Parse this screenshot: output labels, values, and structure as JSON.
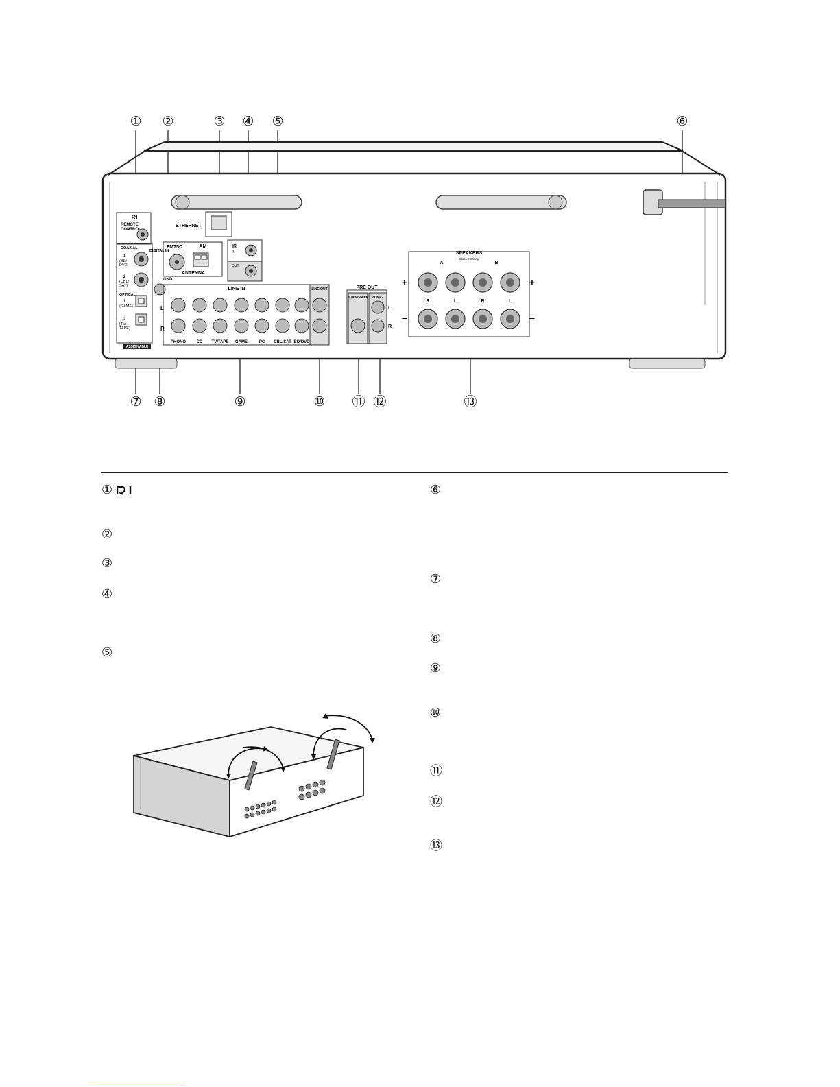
{
  "callouts_top": [
    "①",
    "②",
    "③",
    "④",
    "⑤",
    "⑥"
  ],
  "callouts_bottom": [
    "⑦",
    "⑧",
    "⑨",
    "⑩",
    "⑪",
    "⑫",
    "⑬"
  ],
  "panel": {
    "ri_label": "RI",
    "remote_control": [
      "REMOTE",
      "CONTROL"
    ],
    "ethernet": "ETHERNET",
    "fm_label": "FM75Ω",
    "am_label": "AM",
    "antenna": "ANTENNA",
    "ir": "IR",
    "ir_in": "IN",
    "ir_out": "OUT",
    "coaxial": "COAXIAL",
    "digital_in": "DIGITAL IN",
    "coax1": [
      "1",
      "(BD/",
      "DVD)"
    ],
    "coax2": [
      "2",
      "(CBL/",
      "SAT)"
    ],
    "optical": "OPTICAL",
    "opt1": [
      "1",
      "(GAME)"
    ],
    "opt2": [
      "2",
      "(TV/",
      "TAPE)"
    ],
    "assignable": "ASSIGNABLE",
    "gnd": "GND",
    "line_in": "LINE IN",
    "line_out": "LINE OUT",
    "line_in_labels": [
      "PHONO",
      "CD",
      "TV/TAPE",
      "GAME",
      "PC",
      "CBL/SAT",
      "BD/DVD"
    ],
    "ch_l": "L",
    "ch_r": "R",
    "pre_out": "PRE OUT",
    "subwoofer": "SUBWOOFER",
    "zone2": "ZONE2",
    "speakers": "SPEAKERS",
    "class2": "Class 2 Wiring",
    "spk_a": "A",
    "spk_b": "B",
    "spk_plus": "+",
    "spk_minus": "−"
  },
  "legend_left": [
    "①",
    "②",
    "③",
    "④",
    "⑤"
  ],
  "legend_right": [
    "⑥",
    "⑦",
    "⑧",
    "⑨",
    "⑩",
    "⑪",
    "⑫",
    "⑬"
  ]
}
